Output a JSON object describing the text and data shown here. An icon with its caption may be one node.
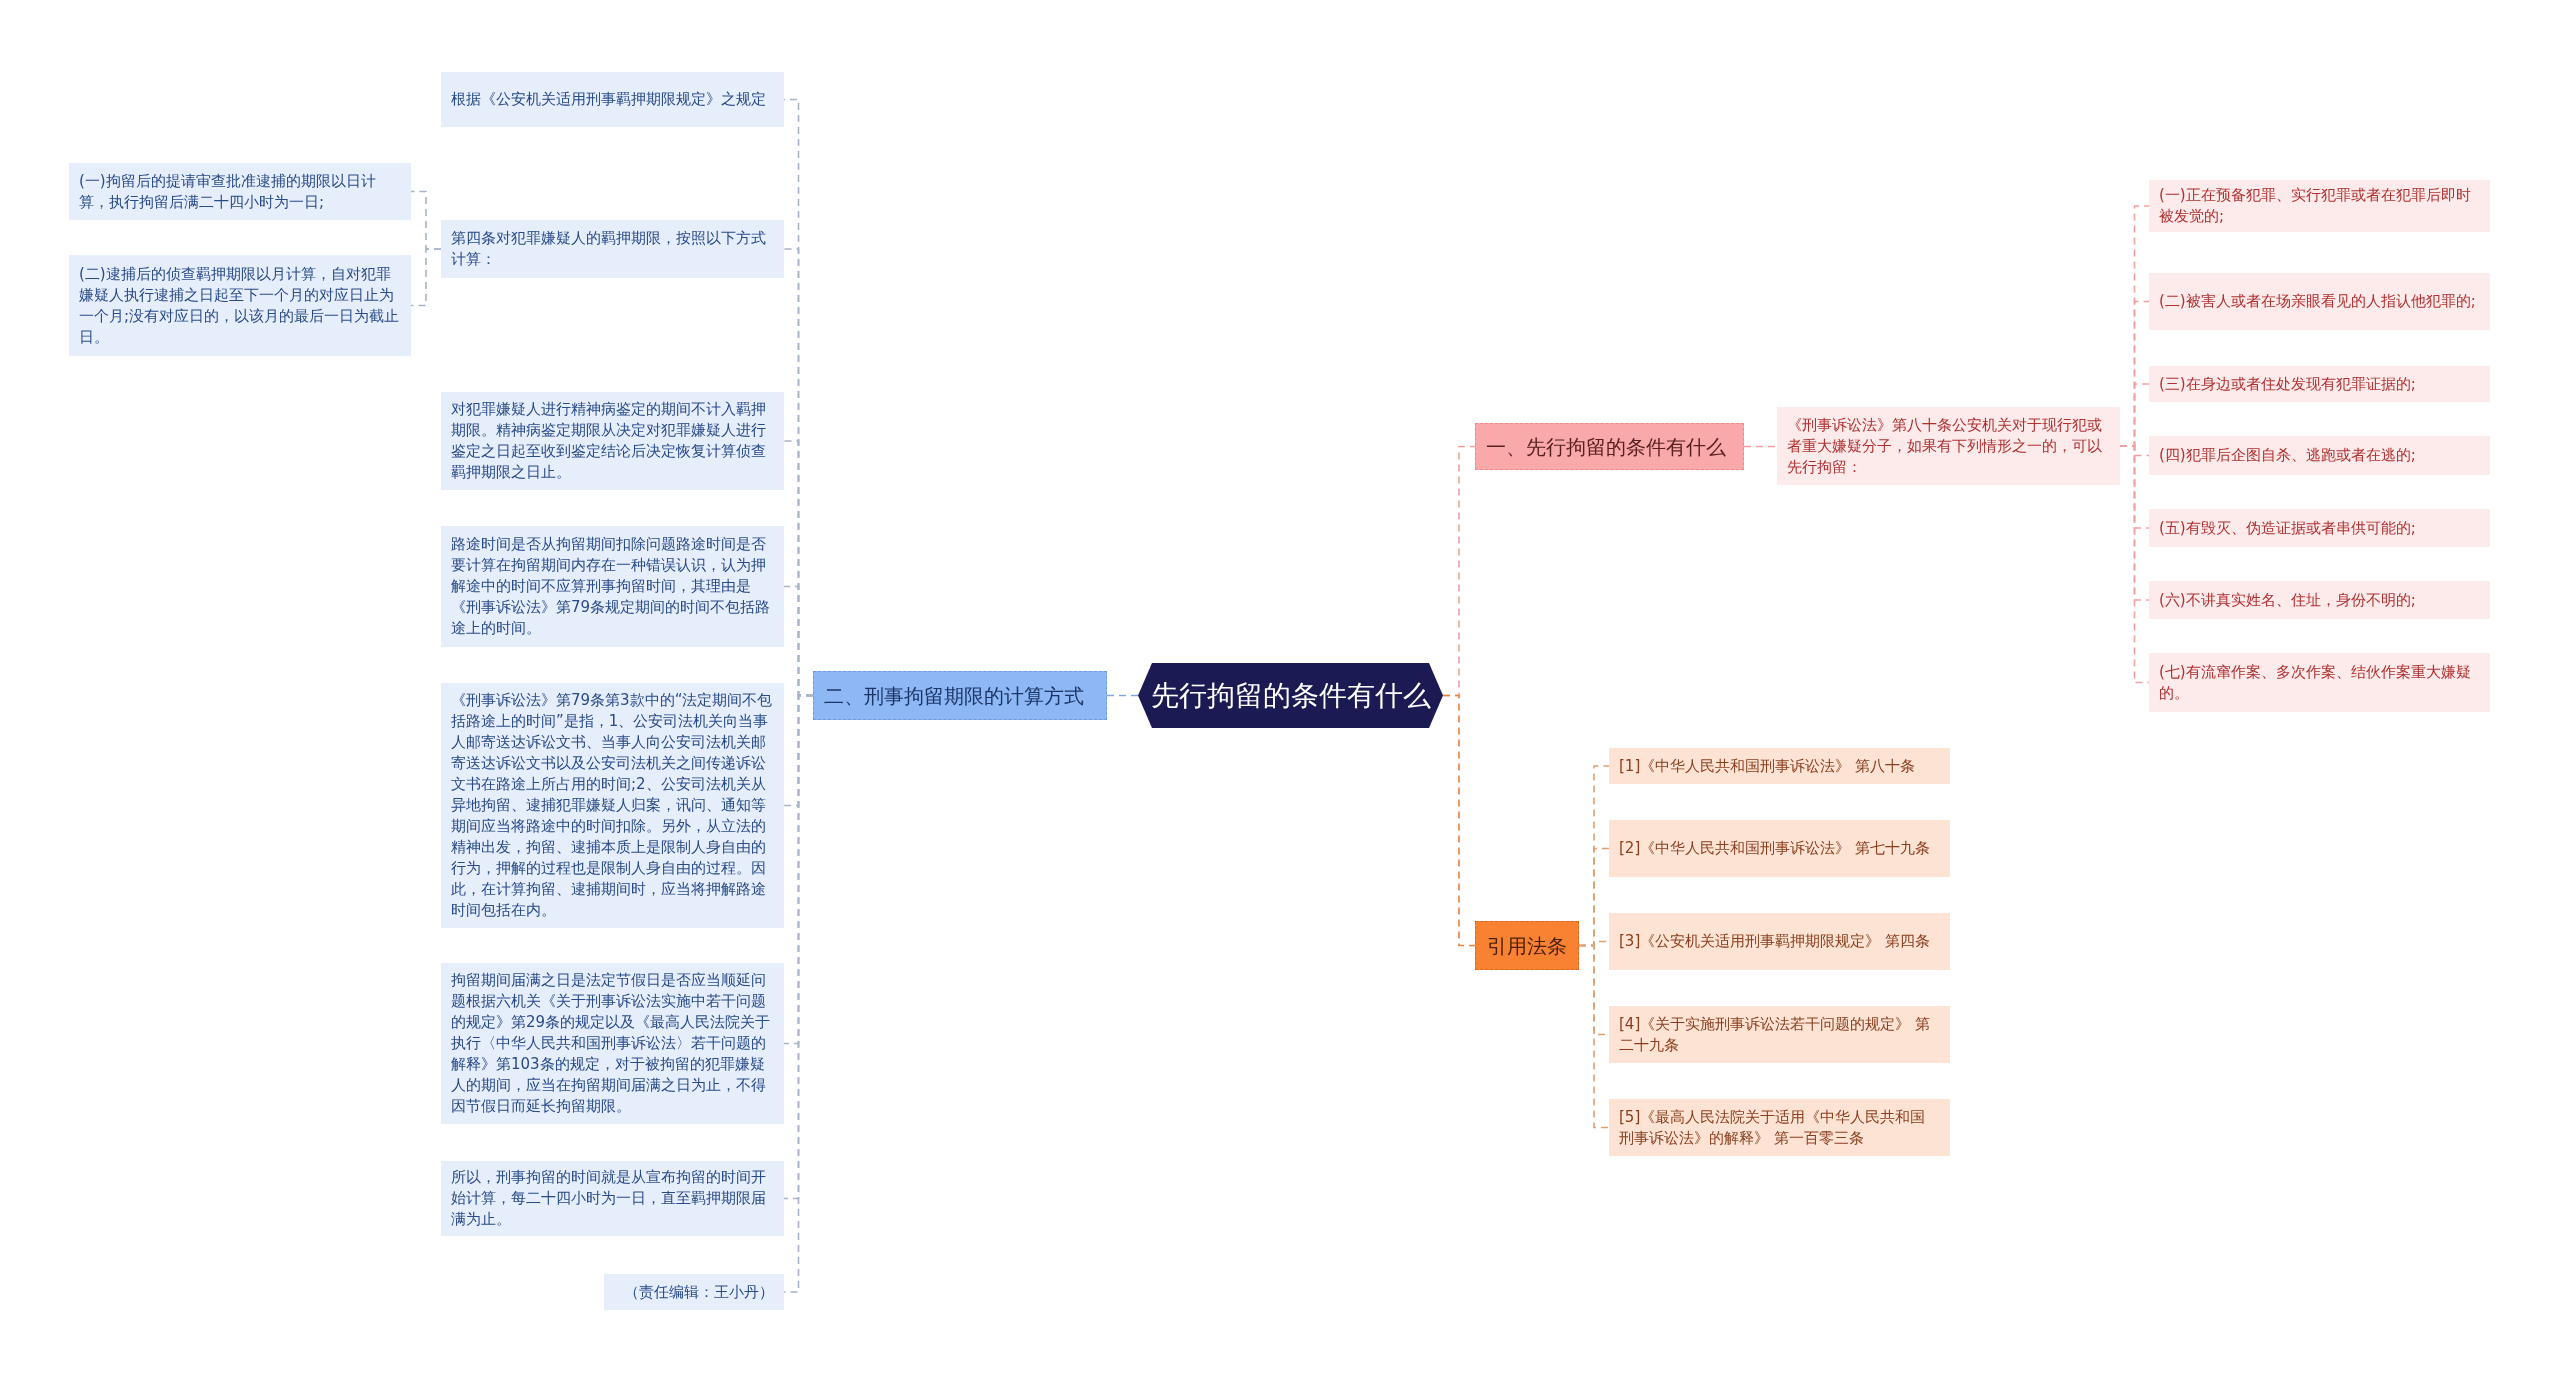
{
  "diagram": {
    "nodes": [
      {
        "text": [
          "先行拘留的条件有什么"
        ]
      },
      {
        "text": [
          "一、先行拘留的条件有什么"
        ]
      },
      {
        "text": [
          "《刑事诉讼法》第八十条公安机关对于现行犯或者重大嫌疑分子，如果有下列情形之一的，可以先行拘留："
        ]
      },
      {
        "text": [
          "(一)正在预备犯罪、实行犯罪或者在犯罪后即时被发觉的;"
        ]
      },
      {
        "text": [
          "(二)被害人或者在场亲眼看见的人指认他犯罪的;"
        ]
      },
      {
        "text": [
          "(三)在身边或者住处发现有犯罪证据的;"
        ]
      },
      {
        "text": [
          "(四)犯罪后企图自杀、逃跑或者在逃的;"
        ]
      },
      {
        "text": [
          "(五)有毁灭、伪造证据或者串供可能的;"
        ]
      },
      {
        "text": [
          "(六)不讲真实姓名、住址，身份不明的;"
        ]
      },
      {
        "text": [
          "(七)有流窜作案、多次作案、结伙作案重大嫌疑的。"
        ]
      },
      {
        "text": [
          "引用法条"
        ]
      },
      {
        "text": [
          "[1]《中华人民共和国刑事诉讼法》 第八十条"
        ]
      },
      {
        "text": [
          "[2]《中华人民共和国刑事诉讼法》 第七十九条"
        ]
      },
      {
        "text": [
          "[3]《公安机关适用刑事羁押期限规定》 第四条"
        ]
      },
      {
        "text": [
          "[4]《关于实施刑事诉讼法若干问题的规定》 第二十九条"
        ]
      },
      {
        "text": [
          "[5]《最高人民法院关于适用《中华人民共和国刑事诉讼法》的解释》 第一百零三条"
        ]
      },
      {
        "text": [
          "二、刑事拘留期限的计算方式"
        ]
      },
      {
        "text": [
          "根据《公安机关适用刑事羁押期限规定》之规定"
        ]
      },
      {
        "text": [
          "第四条对犯罪嫌疑人的羁押期限，按照以下方式计算："
        ]
      },
      {
        "text": [
          "(一)拘留后的提请审查批准逮捕的期限以日计算，执行拘留后满二十四小时为一日;"
        ]
      },
      {
        "text": [
          "(二)逮捕后的侦查羁押期限以月计算，自对犯罪嫌疑人执行逮捕之日起至下一个月的对应日止为一个月;没有对应日的，以该月的最后一日为截止日。"
        ]
      },
      {
        "text": [
          "对犯罪嫌疑人进行精神病鉴定的期间不计入羁押期限。精神病鉴定期限从决定对犯罪嫌疑人进行鉴定之日起至收到鉴定结论后决定恢复计算侦查羁押期限之日止。"
        ]
      },
      {
        "text": [
          "路途时间是否从拘留期间扣除问题路途时间是否要计算在拘留期间内存在一种错误认识，认为押解途中的时间不应算刑事拘留时间，其理由是《刑事诉讼法》第79条规定期间的时间不包括路途上的时间。"
        ]
      },
      {
        "text": [
          "《刑事诉讼法》第79条第3款中的“法定期间不包括路途上的时间”是指，1、公安司法机关向当事人邮寄送达诉讼文书、当事人向公安司法机关邮寄送达诉讼文书以及公安司法机关之间传递诉讼文书在路途上所占用的时间;2、公安司法机关从异地拘留、逮捕犯罪嫌疑人归案，讯问、通知等期间应当将路途中的时间扣除。另外，从立法的精神出发，拘留、逮捕本质上是限制人身自由的行为，押解的过程也是限制人身自由的过程。因此，在计算拘留、逮捕期间时，应当将押解路途时间包括在内。"
        ]
      },
      {
        "text": [
          "拘留期间届满之日是法定节假日是否应当顺延问题根据六机关《关于刑事诉讼法实施中若干问题的规定》第29条的规定以及《最高人民法院关于执行〈中华人民共和国刑事诉讼法〉若干问题的解释》第103条的规定，对于被拘留的犯罪嫌疑人的期间，应当在拘留期间届满之日为止，不得因节假日而延长拘留期限。"
        ]
      },
      {
        "text": [
          "所以，刑事拘留的时间就是从宣布拘留的时间开始计算，每二十四小时为一日，直至羁押期限届满为止。"
        ]
      },
      {
        "text": [
          "（责任编辑：王小丹）"
        ]
      }
    ],
    "edges": [
      {
        "from": 0,
        "to": 1,
        "arrow": "none",
        "style": "dashed",
        "color": "#f0a0a0"
      },
      {
        "from": 0,
        "to": 10,
        "arrow": "none",
        "style": "dashed",
        "color": "#f07f3a"
      },
      {
        "from": 0,
        "to": 16,
        "arrow": "none",
        "style": "dashed",
        "color": "#7fa6e0"
      },
      {
        "from": 1,
        "to": 2,
        "arrow": "none",
        "style": "dashed",
        "color": "#f0a0a0"
      },
      {
        "from": 2,
        "to": 3,
        "arrow": "none",
        "style": "dashed",
        "color": "#f0a0a0"
      },
      {
        "from": 2,
        "to": 4,
        "arrow": "none",
        "style": "dashed",
        "color": "#f0a0a0"
      },
      {
        "from": 2,
        "to": 5,
        "arrow": "none",
        "style": "dashed",
        "color": "#f0a0a0"
      },
      {
        "from": 2,
        "to": 6,
        "arrow": "none",
        "style": "dashed",
        "color": "#f0a0a0"
      },
      {
        "from": 2,
        "to": 7,
        "arrow": "none",
        "style": "dashed",
        "color": "#f0a0a0"
      },
      {
        "from": 2,
        "to": 8,
        "arrow": "none",
        "style": "dashed",
        "color": "#f0a0a0"
      },
      {
        "from": 2,
        "to": 9,
        "arrow": "none",
        "style": "dashed",
        "color": "#f0a0a0"
      },
      {
        "from": 10,
        "to": 11,
        "arrow": "none",
        "style": "dashed",
        "color": "#e0a070"
      },
      {
        "from": 10,
        "to": 12,
        "arrow": "none",
        "style": "dashed",
        "color": "#e0a070"
      },
      {
        "from": 10,
        "to": 13,
        "arrow": "none",
        "style": "dashed",
        "color": "#e0a070"
      },
      {
        "from": 10,
        "to": 14,
        "arrow": "none",
        "style": "dashed",
        "color": "#e0a070"
      },
      {
        "from": 10,
        "to": 15,
        "arrow": "none",
        "style": "dashed",
        "color": "#e0a070"
      },
      {
        "from": 16,
        "to": 17,
        "arrow": "none",
        "style": "dashed",
        "color": "#a8b4c8"
      },
      {
        "from": 16,
        "to": 18,
        "arrow": "none",
        "style": "dashed",
        "color": "#a8b4c8"
      },
      {
        "from": 18,
        "to": 19,
        "arrow": "none",
        "style": "dashed",
        "color": "#a8b4c8"
      },
      {
        "from": 18,
        "to": 20,
        "arrow": "none",
        "style": "dashed",
        "color": "#a8b4c8"
      },
      {
        "from": 16,
        "to": 21,
        "arrow": "none",
        "style": "dashed",
        "color": "#a8b4c8"
      },
      {
        "from": 16,
        "to": 22,
        "arrow": "none",
        "style": "dashed",
        "color": "#a8b4c8"
      },
      {
        "from": 16,
        "to": 23,
        "arrow": "none",
        "style": "dashed",
        "color": "#a8b4c8"
      },
      {
        "from": 16,
        "to": 24,
        "arrow": "none",
        "style": "dashed",
        "color": "#a8b4c8"
      },
      {
        "from": 16,
        "to": 25,
        "arrow": "none",
        "style": "dashed",
        "color": "#a8b4c8"
      },
      {
        "from": 16,
        "to": 26,
        "arrow": "none",
        "style": "dashed",
        "color": "#a8b4c8"
      }
    ]
  }
}
